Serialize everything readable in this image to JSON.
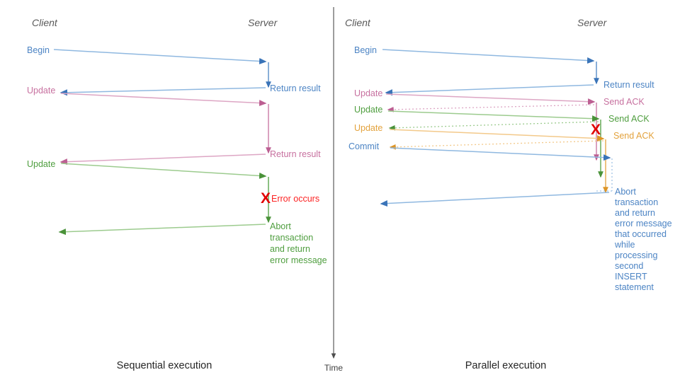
{
  "colors": {
    "blue": "#4c84c4",
    "blue_light": "#8fb8e0",
    "pink": "#c7709f",
    "pink_light": "#dda6c4",
    "green": "#4f9e3f",
    "green_light": "#9ccb8e",
    "orange": "#e3a23c",
    "orange_light": "#f3c98a",
    "red": "#e00000",
    "header_gray": "#595959",
    "caption_black": "#262626",
    "divider_gray": "#4d4d4d"
  },
  "divider": {
    "name": "center-divider"
  },
  "time_axis": {
    "label": "Time"
  },
  "panels": [
    {
      "id": "sequential",
      "caption": "Sequential execution",
      "client_header": "Client",
      "server_header": "Server",
      "client_messages": [
        {
          "label": "Begin",
          "color_key": "blue"
        },
        {
          "label": "Update",
          "color_key": "pink"
        },
        {
          "label": "Update",
          "color_key": "green"
        }
      ],
      "server_messages": [
        {
          "label": "Return result",
          "color_key": "blue"
        },
        {
          "label": "Return result",
          "color_key": "pink"
        }
      ],
      "error": {
        "mark": "X",
        "label": "Error occurs"
      },
      "abort_lines": [
        "Abort",
        "transaction",
        "and return",
        "error message"
      ]
    },
    {
      "id": "parallel",
      "caption": "Parallel execution",
      "client_header": "Client",
      "server_header": "Server",
      "client_messages": [
        {
          "label": "Begin",
          "color_key": "blue"
        },
        {
          "label": "Update",
          "color_key": "pink"
        },
        {
          "label": "Update",
          "color_key": "green"
        },
        {
          "label": "Update",
          "color_key": "orange"
        },
        {
          "label": "Commit",
          "color_key": "blue"
        }
      ],
      "server_messages": [
        {
          "label": "Return result",
          "color_key": "blue"
        },
        {
          "label": "Send ACK",
          "color_key": "pink"
        },
        {
          "label": "Send ACK",
          "color_key": "green"
        },
        {
          "label": "Send ACK",
          "color_key": "orange"
        }
      ],
      "error": {
        "mark": "X",
        "label": ""
      },
      "abort_lines": [
        "Abort",
        "transaction",
        "and return",
        "error message",
        "that occurred",
        "while",
        "processing",
        "second",
        "INSERT",
        "statement"
      ]
    }
  ]
}
